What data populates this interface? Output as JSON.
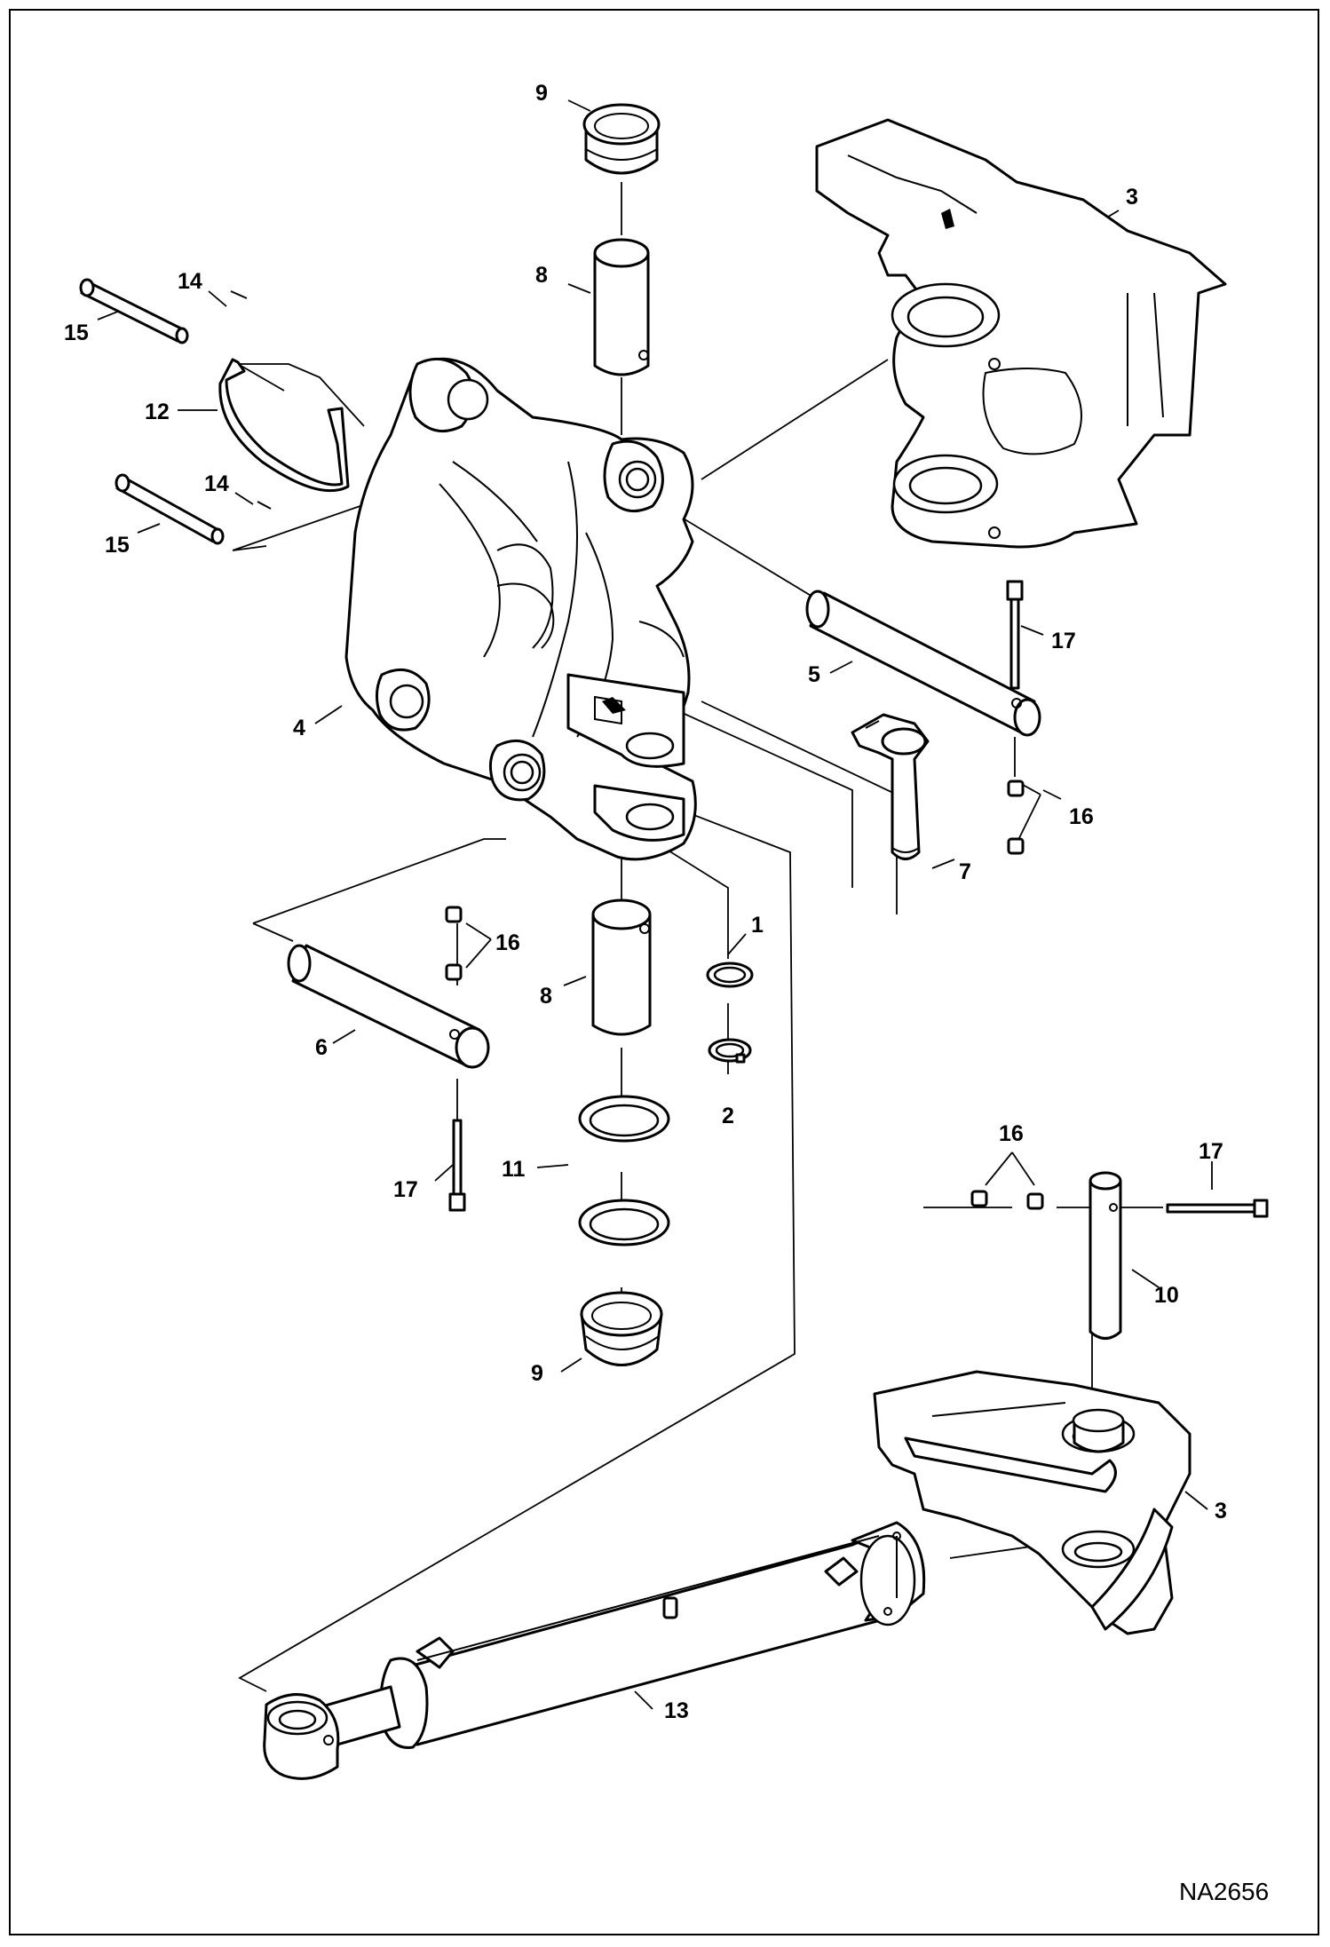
{
  "drawing_code": "NA2656",
  "callouts": {
    "c9_top": "9",
    "c3_top": "3",
    "c8_top": "8",
    "c14_top": "14",
    "c15_top": "15",
    "c12": "12",
    "c14_mid": "14",
    "c15_mid": "15",
    "c17_right": "17",
    "c5": "5",
    "c4": "4",
    "c16_right": "16",
    "c7": "7",
    "c1": "1",
    "c16_left": "16",
    "c8_bottom": "8",
    "c6": "6",
    "c2": "2",
    "c11": "11",
    "c17_left": "17",
    "c16_lower": "16",
    "c17_lower": "17",
    "c10": "10",
    "c9_bottom": "9",
    "c3_bottom": "3",
    "c13": "13"
  }
}
